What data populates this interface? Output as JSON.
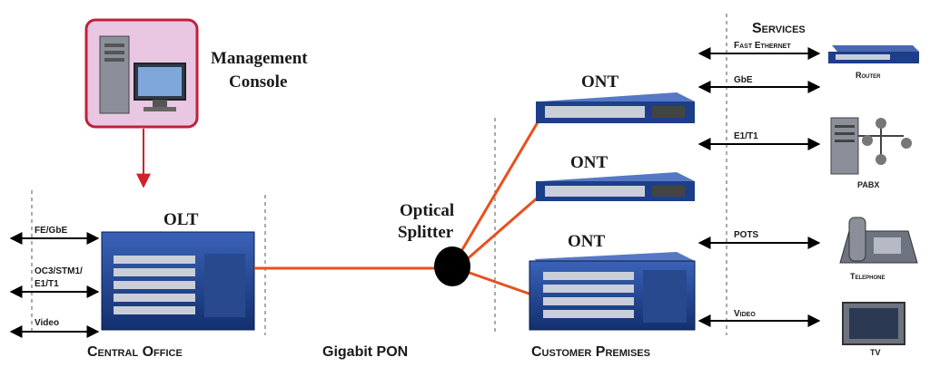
{
  "management": {
    "line1": "Management",
    "line2": "Console"
  },
  "olt_label": "OLT",
  "central_office": {
    "title": "Central Office",
    "interfaces": [
      "FE/GbE",
      "OC3/STM1/",
      "E1/T1",
      "Video"
    ]
  },
  "splitter": {
    "line1": "Optical",
    "line2": "Splitter"
  },
  "network": {
    "label": "Gigabit PON"
  },
  "ont_label": "ONT",
  "customer_premises": {
    "title": "Customer Premises"
  },
  "services": {
    "title": "Services",
    "links": [
      "Fast Ethernet",
      "GbE",
      "E1/T1",
      "POTS",
      "Video"
    ],
    "devices": [
      "Router",
      "PABX",
      "Telephone",
      "TV"
    ]
  },
  "colors": {
    "fiber": "#e8501e",
    "console_frame": "#c0203a",
    "console_fill": "#e9c7e3",
    "equipment": "#1d3f8a",
    "splitter": "#000000"
  }
}
